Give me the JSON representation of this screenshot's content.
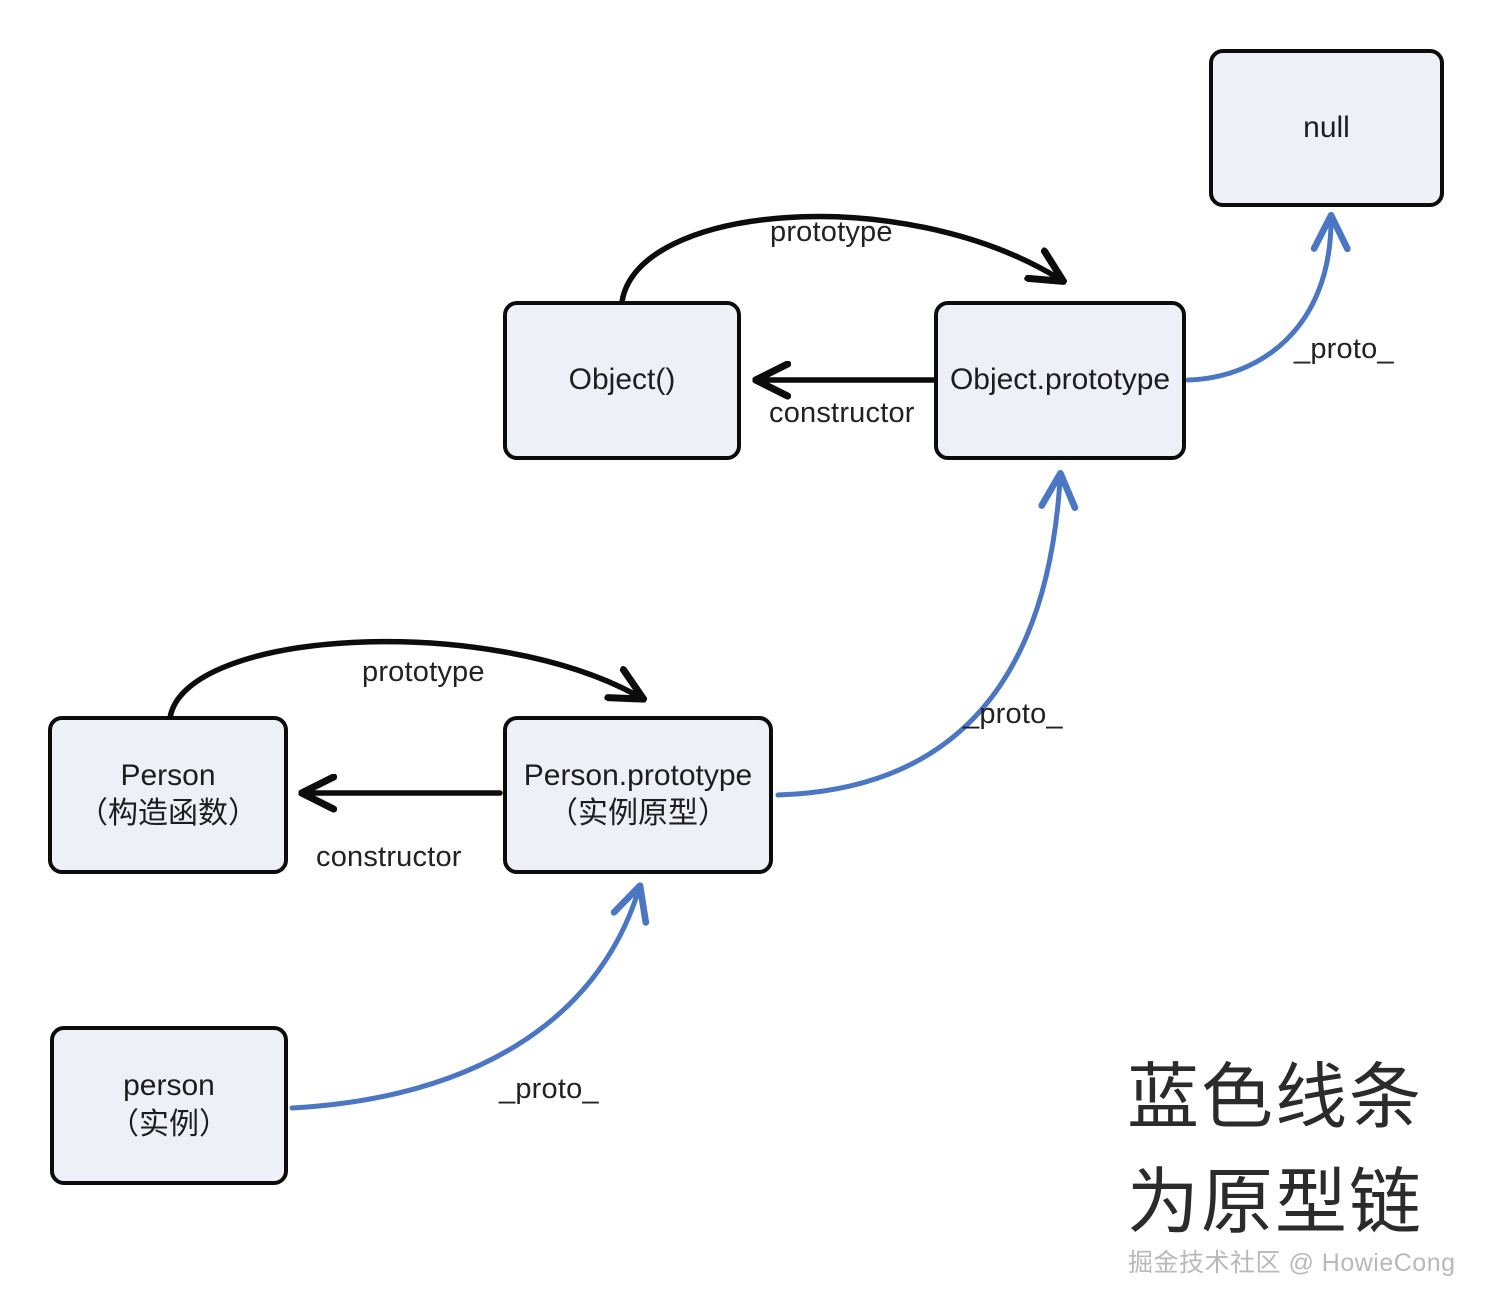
{
  "diagram": {
    "title": "JavaScript prototype chain diagram",
    "colors": {
      "node_fill": "#eef0f8",
      "node_stroke": "#0c0c0c",
      "black_edge": "#0c0c0c",
      "blue_edge": "#4a76c4",
      "legend_text": "#2b2b2e",
      "watermark_text": "#b9b9bb",
      "background": "#ffffff"
    },
    "nodes": [
      {
        "id": "null",
        "label": "null",
        "sub": ""
      },
      {
        "id": "object-ctor",
        "label": "Object()",
        "sub": ""
      },
      {
        "id": "object-prototype",
        "label": "Object.prototype",
        "sub": ""
      },
      {
        "id": "person-ctor",
        "label": "Person",
        "sub": "（构造函数）"
      },
      {
        "id": "person-prototype",
        "label": "Person.prototype",
        "sub": "（实例原型）"
      },
      {
        "id": "person-instance",
        "label": "person",
        "sub": "（实例）"
      }
    ],
    "edges": [
      {
        "id": "object-prototype-edge",
        "label": "prototype",
        "kind": "black",
        "from": "object-ctor",
        "to": "object-prototype"
      },
      {
        "id": "object-constructor-edge",
        "label": "constructor",
        "kind": "black",
        "from": "object-prototype",
        "to": "object-ctor"
      },
      {
        "id": "person-prototype-edge",
        "label": "prototype",
        "kind": "black",
        "from": "person-ctor",
        "to": "person-prototype"
      },
      {
        "id": "person-constructor-edge",
        "label": "constructor",
        "kind": "black",
        "from": "person-prototype",
        "to": "person-ctor"
      },
      {
        "id": "objproto-to-null-edge",
        "label": "_proto_",
        "kind": "blue",
        "from": "object-prototype",
        "to": "null"
      },
      {
        "id": "personproto-to-objproto-edge",
        "label": "_proto_",
        "kind": "blue",
        "from": "person-prototype",
        "to": "object-prototype"
      },
      {
        "id": "person-to-personproto-edge",
        "label": "_proto_",
        "kind": "blue",
        "from": "person-instance",
        "to": "person-prototype"
      }
    ],
    "legend": {
      "line1": "蓝色线条",
      "line2": "为原型链"
    },
    "watermark": "掘金技术社区 @ HowieCong"
  }
}
